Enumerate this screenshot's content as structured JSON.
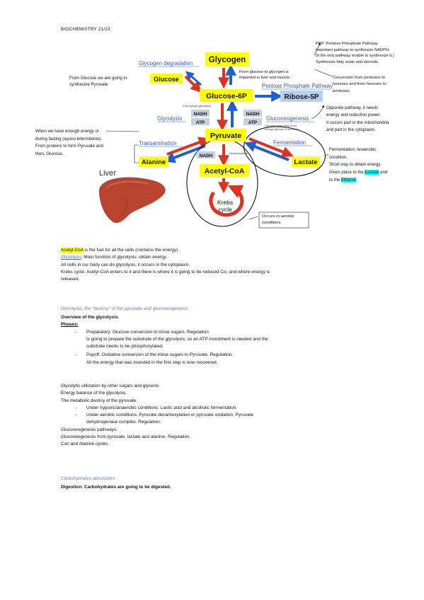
{
  "header": {
    "title": "BIOCHEMISTRY 21/22"
  },
  "diagram": {
    "nodes": {
      "glycogen": "Glycogen",
      "glucose": "Glucose",
      "glucose6p": "Glucose-6P",
      "ribose5p": "Ribose-5P",
      "pyruvate": "Pyruvate",
      "alanine": "Alanine",
      "lactate": "Lactate",
      "acetylcoa": "Acetyl-CoA",
      "krebs_line1": "Krebs",
      "krebs_line2": "cycle",
      "nadh1": "NADH",
      "atp1": "ATP",
      "nadh2": "NADH",
      "atp2": "ATP",
      "nadh3": "NADH",
      "liver": "Liver"
    },
    "labels": {
      "glycogen_degradation": "Glycogen degradation",
      "glycolysis": "Glycolysis",
      "gluconeogenesis": "Gluconeogenesis",
      "ppp": "Pentose Phosphate Pathway",
      "transamination": "Transamination",
      "fermentation": "Fermentation",
      "tiny_glycolysis": "In the cytosol (glycolysis)",
      "tiny_gng_1": "This step when there is not",
      "tiny_gng_2": "enough glucose in our blood.",
      "tiny_decarbox": "Decarboxylation"
    },
    "notes": {
      "from_glucose_1": "From Glucose we are going to",
      "from_glucose_2": "synthesize Pyruvate",
      "glycogen_note_1": "From glucose to glycogen is",
      "glycogen_note_2": "important in liver and muscle.",
      "ppp_note_1": "PPP: Pentose Phosphate Pathway",
      "ppp_note_2": "Important pathway to synthesize NADPH.",
      "ppp_note_3": "(It the only pathway enable to synthesize it.)",
      "ppp_note_4": "Synthesize fatty acids and steroids.",
      "conversion_1": "Conversion from pentoses to",
      "conversion_2": "hexoses and from hexoses to",
      "conversion_3": "pentoses.",
      "opposite_1": "Opposite pathway, it needs",
      "opposite_2": "energy and reduction power.",
      "opposite_3": "It occurs part in the mitochondria",
      "opposite_4": "and part in the cytoplasm.",
      "energy_1": "When we have enough energy or",
      "energy_2": "during fasting (ayuno intermitente).",
      "energy_3": "From proteins to form Pyruvate and",
      "energy_4": "then, Glucose.",
      "ferm_1": "Fermentation: Anaerobic",
      "ferm_2": "condition.",
      "ferm_3": "Short way to obtain energy.",
      "ferm_4_pre": "Gives place to the ",
      "ferm_4_hl": "Lactate",
      "ferm_4_post": " and",
      "ferm_5_pre": "to the ",
      "ferm_5_hl": "Ethanol",
      "aerobic_1": "Occurs in aerobic",
      "aerobic_2": "conditions"
    },
    "colors": {
      "node_fill": "#ffff00",
      "ribose_fill": "#b4d2f0",
      "nadh_fill": "#c8d0e0",
      "red_arrow": "#e0301e",
      "blue_arrow": "#1f5fcf",
      "label_blue": "#2f5db8"
    }
  },
  "body": {
    "p1_hl": "Acetyl-CoA",
    "p1_rest": " is the fuel for all the cells (contains the energy).",
    "p2_link": "Glycolysis",
    "p2_rest": ": Main function of glycolysis: obtain energy.",
    "p3": "All cells in our body can do glycolysis, it occurs in the cytoplasm.",
    "p4_1": "Krebs cycle: Acetyl-CoA enters to it and there is where it is going to be reduced Co₂ and where energy is",
    "p4_2": "released.",
    "section1": "Glycolysis, the “destiny” of the pyruvate and gluconeogenesis:",
    "overview": "Overview of the glycolysis.",
    "phases": "Phases:",
    "phase1_1": "Preparatory: Glucose conversion to triose sugars. Regulation.",
    "phase1_2": "Is going to prepare the substrate of the glycolysis, so an ATP investment is needed and the",
    "phase1_3": "substrate needs to be phosphorylated.",
    "phase2_1": "Payoff: Oxidative conversion of the triose sugars to Pyruvate. Regulation.",
    "phase2_2": "All the energy that was invested in the first step is now recovered.",
    "l1": "Glycolytic utilization by other sugars and glycerol.",
    "l2": "Energy balance of the glycolysis.",
    "l3": "The metabolic destiny of the pyruvate:",
    "l3a": "Under hypoxic/anaerobic conditions: Lactic acid and alcoholic fermentation.",
    "l3b_1": "Under aerobic conditions: Pyruvate decarboxylation or pyruvate oxidation: Pyruvate",
    "l3b_2": "dehydrogenase complex. Regulation.",
    "l4": "Gluconeogenesis pathways.",
    "l5": "Gluconeogenesis from pyruvate, lactate and alanine. Regulation.",
    "l6": "Cori and Alanine cycles.",
    "section2": "Carbohydrates absorption:",
    "digestion": "Digestion: Carbohydrates are going to be digested."
  }
}
